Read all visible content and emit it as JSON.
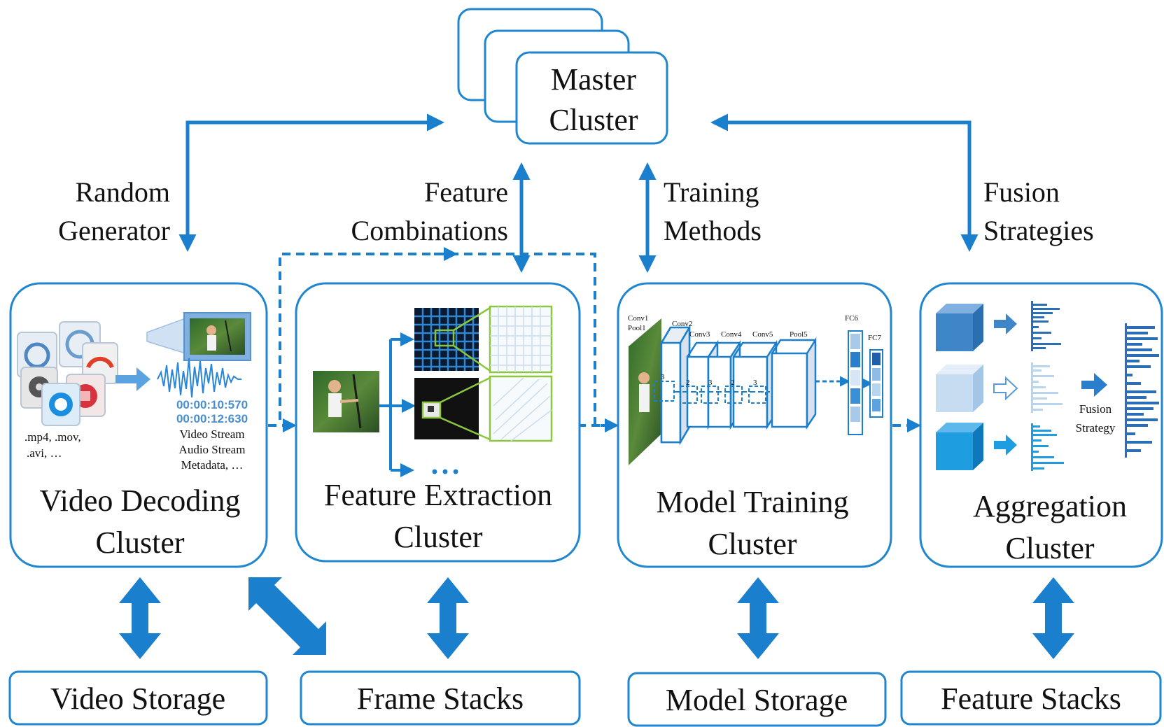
{
  "colors": {
    "stroke": "#1f86cf",
    "arrow": "#1a7fcc",
    "light_blue": "#bcd8ef",
    "mid_blue": "#3e8fd0",
    "bright_blue": "#1e9ee0",
    "text": "#111111"
  },
  "master": {
    "line1": "Master",
    "line2": "Cluster"
  },
  "connections": {
    "random": {
      "line1": "Random",
      "line2": "Generator"
    },
    "feature": {
      "line1": "Feature",
      "line2": "Combinations"
    },
    "training": {
      "line1": "Training",
      "line2": "Methods"
    },
    "fusion": {
      "line1": "Fusion",
      "line2": "Strategies"
    }
  },
  "clusters": {
    "video_decoding": {
      "title1": "Video Decoding",
      "title2": "Cluster",
      "formats1": ".mp4, .mov,",
      "formats2": ".avi, …",
      "time1": "00:00:10:570",
      "time2": "00:00:12:630",
      "stream1": "Video Stream",
      "stream2": "Audio Stream",
      "stream3": "Metadata, …",
      "icons": [
        "quicktime-icon",
        "media-player-icon",
        "film-reel-icon",
        "dashboard-icon"
      ]
    },
    "feature_extraction": {
      "title1": "Feature Extraction",
      "title2": "Cluster",
      "ellipsis": "• • •"
    },
    "model_training": {
      "title1": "Model Training",
      "title2": "Cluster",
      "layers": {
        "conv1": "Conv1",
        "pool1": "Pool1",
        "conv2": "Conv2",
        "conv3": "Conv3",
        "conv4": "Conv4",
        "conv5": "Conv5",
        "pool5": "Pool5",
        "fc6": "FC6",
        "fc7": "FC7"
      },
      "kernel_sizes": [
        "3",
        "2",
        "3",
        "2",
        "3"
      ]
    },
    "aggregation": {
      "title1": "Aggregation",
      "title2": "Cluster",
      "fusion1": "Fusion",
      "fusion2": "Strategy"
    }
  },
  "storage": {
    "video_storage": "Video Storage",
    "frame_stacks": "Frame Stacks",
    "model_storage": "Model Storage",
    "feature_stacks": "Feature Stacks"
  }
}
